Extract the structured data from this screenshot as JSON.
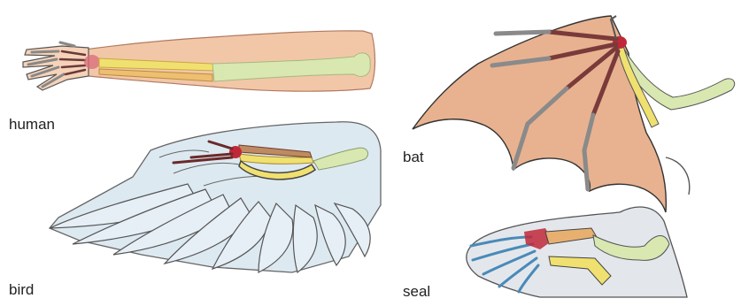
{
  "labels": {
    "human": "human",
    "bird": "bird",
    "bat": "bat",
    "seal": "seal"
  },
  "colors": {
    "humerus": "#d8e8b0",
    "radius": "#f0e070",
    "ulna": "#e8b070",
    "carpals": "#c0283a",
    "metacarpals": "#6a3a3a",
    "phalanges": "#8a8a8a",
    "skin": "#f2c7a8",
    "bat_membrane": "#e8b290",
    "bird_feathers": "#dde9f1",
    "seal_flipper": "#e3e7ec"
  }
}
